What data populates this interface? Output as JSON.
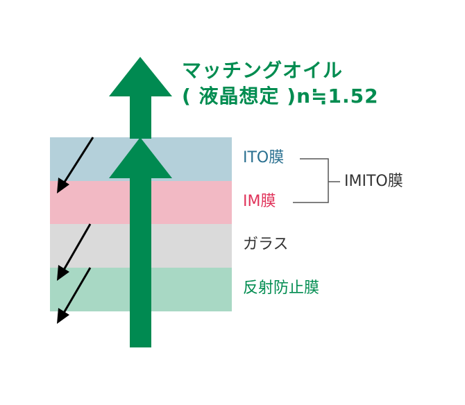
{
  "title": {
    "line1": "マッチングオイル",
    "line2": "( 液晶想定 )n≒1.52"
  },
  "layers": [
    {
      "label": "ITO膜",
      "fill": "#b4d0da",
      "text_color": "#2a7090"
    },
    {
      "label": "IM膜",
      "fill": "#f2b9c4",
      "text_color": "#e0335a"
    },
    {
      "label": "ガラス",
      "fill": "#dadada",
      "text_color": "#333333"
    },
    {
      "label": "反射防止膜",
      "fill": "#a8d8c4",
      "text_color": "#008c50"
    }
  ],
  "group_label": "IMITO膜",
  "colors": {
    "arrow": "#008a51",
    "reflection_arrow": "#000000",
    "bracket": "#555555"
  }
}
